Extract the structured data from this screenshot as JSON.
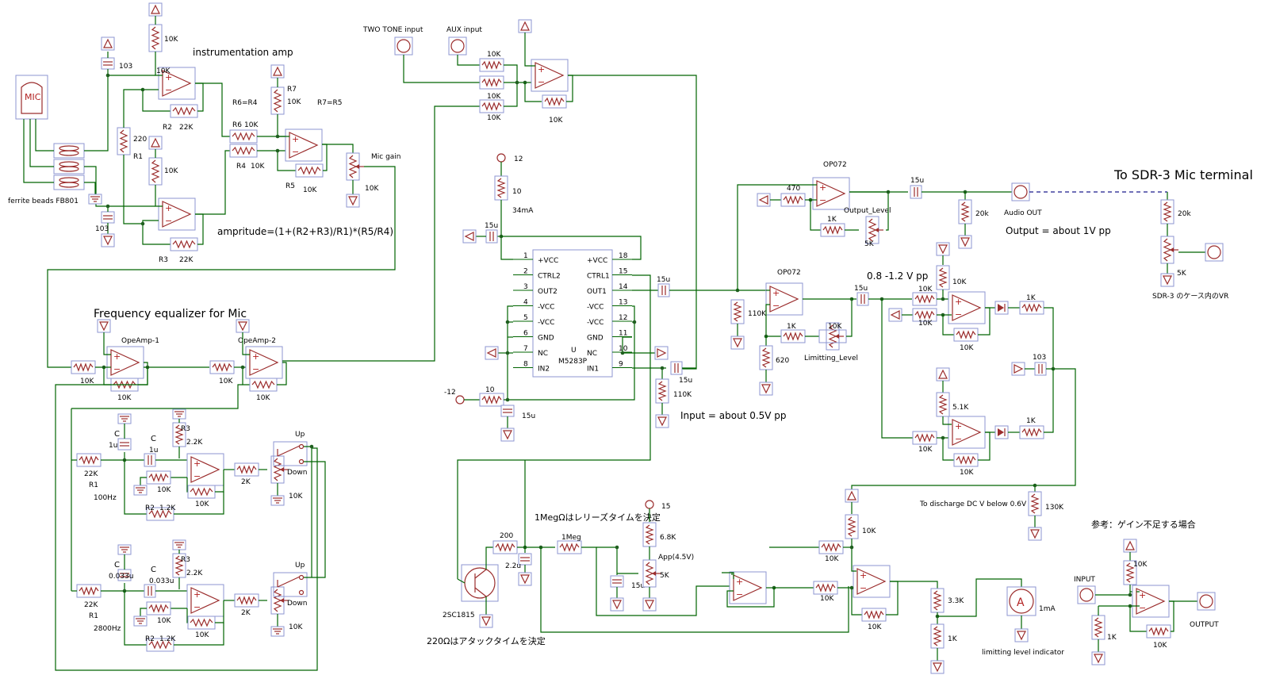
{
  "labels": {
    "instr_title": "instrumentation amp",
    "r6r4": "R6=R4",
    "r7r5": "R7=R5",
    "mic": "MIC",
    "ferrite": "ferrite beads FB801",
    "formula": "ampritude=(1+(R2+R3)/R1)*(R5/R4)",
    "mic_gain": "Mic gain",
    "two_tone": "TWO TONE input",
    "aux": "AUX  input",
    "eq_title": "Frequency equalizer for Mic",
    "opeamp1": "OpeAmp-1",
    "opeamp2": "OpeAmp-2",
    "freq100": "100Hz",
    "freq2800": "2800Hz",
    "up": "Up",
    "down": "Down",
    "ic_name": "U",
    "ic_part": "M5283P",
    "ic_left_pins": [
      "+VCC",
      "CTRL2",
      "OUT2",
      "-VCC",
      "-VCC",
      "GND",
      "NC",
      "IN2"
    ],
    "ic_right_pins": [
      "+VCC",
      "CTRL1",
      "OUT1",
      "-VCC",
      "-VCC",
      "GND",
      "NC",
      "IN1"
    ],
    "ic_left_nums": [
      "1",
      "2",
      "3",
      "4",
      "5",
      "6",
      "7",
      "8"
    ],
    "ic_right_nums": [
      "18",
      "15",
      "14",
      "13",
      "12",
      "11",
      "10",
      "9"
    ],
    "v12": "12",
    "vm12": "-12",
    "v15": "15",
    "ma34": "34mA",
    "input_level": "Input = about 0.5V pp",
    "op072a": "OP072",
    "op072b": "OP072",
    "output_level": "Output_Level",
    "limiting_level": "Limitting_Level",
    "audio_out": "Audio OUT",
    "output_pp": "Output = about 1V pp",
    "to_sdr": "To SDR-3 Mic terminal",
    "sdr3_vr": "SDR-3 のケース内のVR",
    "v08": "0.8 -1.2 V pp",
    "discharge": "To discharge DC V below 0.6V",
    "release": "1MegΩはレリーズタイムを決定",
    "attack": "220Ωはアタックタイムを決定",
    "transistor": "2SC1815",
    "app": "App(4.5V)",
    "indicator": "limitting level indicator",
    "ma1": "1mA",
    "ammeter": "A",
    "ref_title": "参考：ゲイン不足する場合",
    "ref_input": "INPUT",
    "ref_output": "OUTPUT"
  },
  "components": {
    "r_10k": "10K",
    "r_22k": "22K",
    "r_220": "220",
    "r_r1": "R1",
    "r_r2": "R2",
    "r_r3": "R3",
    "r_r4": "R4",
    "r_r5": "R5",
    "r_r6": "R6",
    "r_r7": "R7",
    "c_103": "103",
    "r_2k": "2K",
    "r_12k": "1.2K",
    "r_22kb": "2.2K",
    "c_1u": "1u",
    "c_033u": "0.033u",
    "c_label": "C",
    "r_470": "470",
    "r_1k": "1K",
    "r_20k": "20k",
    "r_5k": "5K",
    "r_110k": "110K",
    "r_620": "620",
    "c_15u": "15u",
    "r_51k": "5.1K",
    "r_130k": "130K",
    "r_200": "200",
    "c_22u": "2.2u",
    "r_1meg": "1Meg",
    "r_68k": "6.8K",
    "r_33k": "3.3K",
    "r_10": "10"
  }
}
